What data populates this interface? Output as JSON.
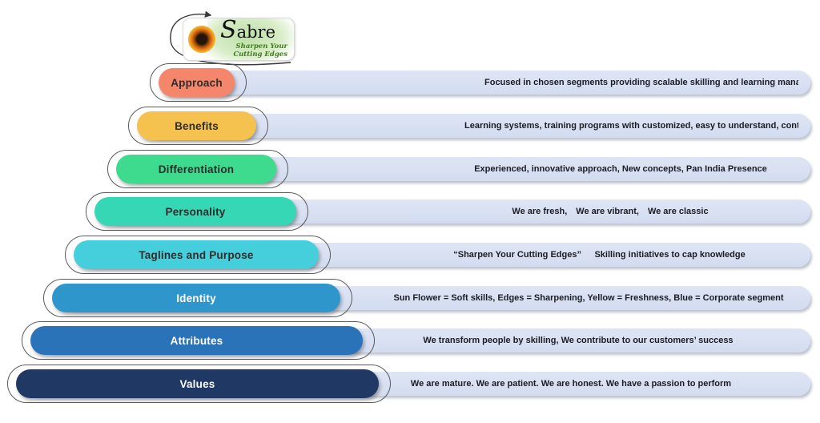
{
  "logo": {
    "name": "Sabre",
    "tagline_line1": "Sharpen Your",
    "tagline_line2": "Cutting Edges"
  },
  "colors": {
    "bar_background": "#D9E2F3",
    "outline": "#5A5A5A"
  },
  "rows": [
    {
      "label": "Approach",
      "description": "Focused in chosen segments providing scalable skilling and learning management",
      "pill_color": "#F4876B",
      "label_color": "#2d2d2d"
    },
    {
      "label": "Benefits",
      "description": "Learning systems, training programs with customized, easy to understand, content and post training audits",
      "pill_color": "#F6C24F",
      "label_color": "#2d2d2d"
    },
    {
      "label": "Differentiation",
      "description": "Experienced, innovative approach, New concepts, Pan India Presence",
      "pill_color": "#3EDA8D",
      "label_color": "#2d2d2d"
    },
    {
      "label": "Personality",
      "description": "We are fresh, We are vibrant, We are classic",
      "pill_color": "#36D7B4",
      "label_color": "#2d2d2d"
    },
    {
      "label": "Taglines and Purpose",
      "description": "“Sharpen Your Cutting Edges”  Skilling initiatives to cap knowledge",
      "pill_color": "#45CFDD",
      "label_color": "#2d2d2d"
    },
    {
      "label": "Identity",
      "description": "Sun Flower = Soft skills, Edges = Sharpening, Yellow = Freshness, Blue = Corporate segment",
      "pill_color": "#2E96CB",
      "label_color": "#ffffff"
    },
    {
      "label": "Attributes",
      "description": "We transform people by skilling, We contribute to our customers’ success",
      "pill_color": "#2B73B8",
      "label_color": "#ffffff"
    },
    {
      "label": "Values",
      "description": "We are mature. We are patient. We are honest. We have a passion to perform",
      "pill_color": "#1F3864",
      "label_color": "#ffffff"
    }
  ]
}
